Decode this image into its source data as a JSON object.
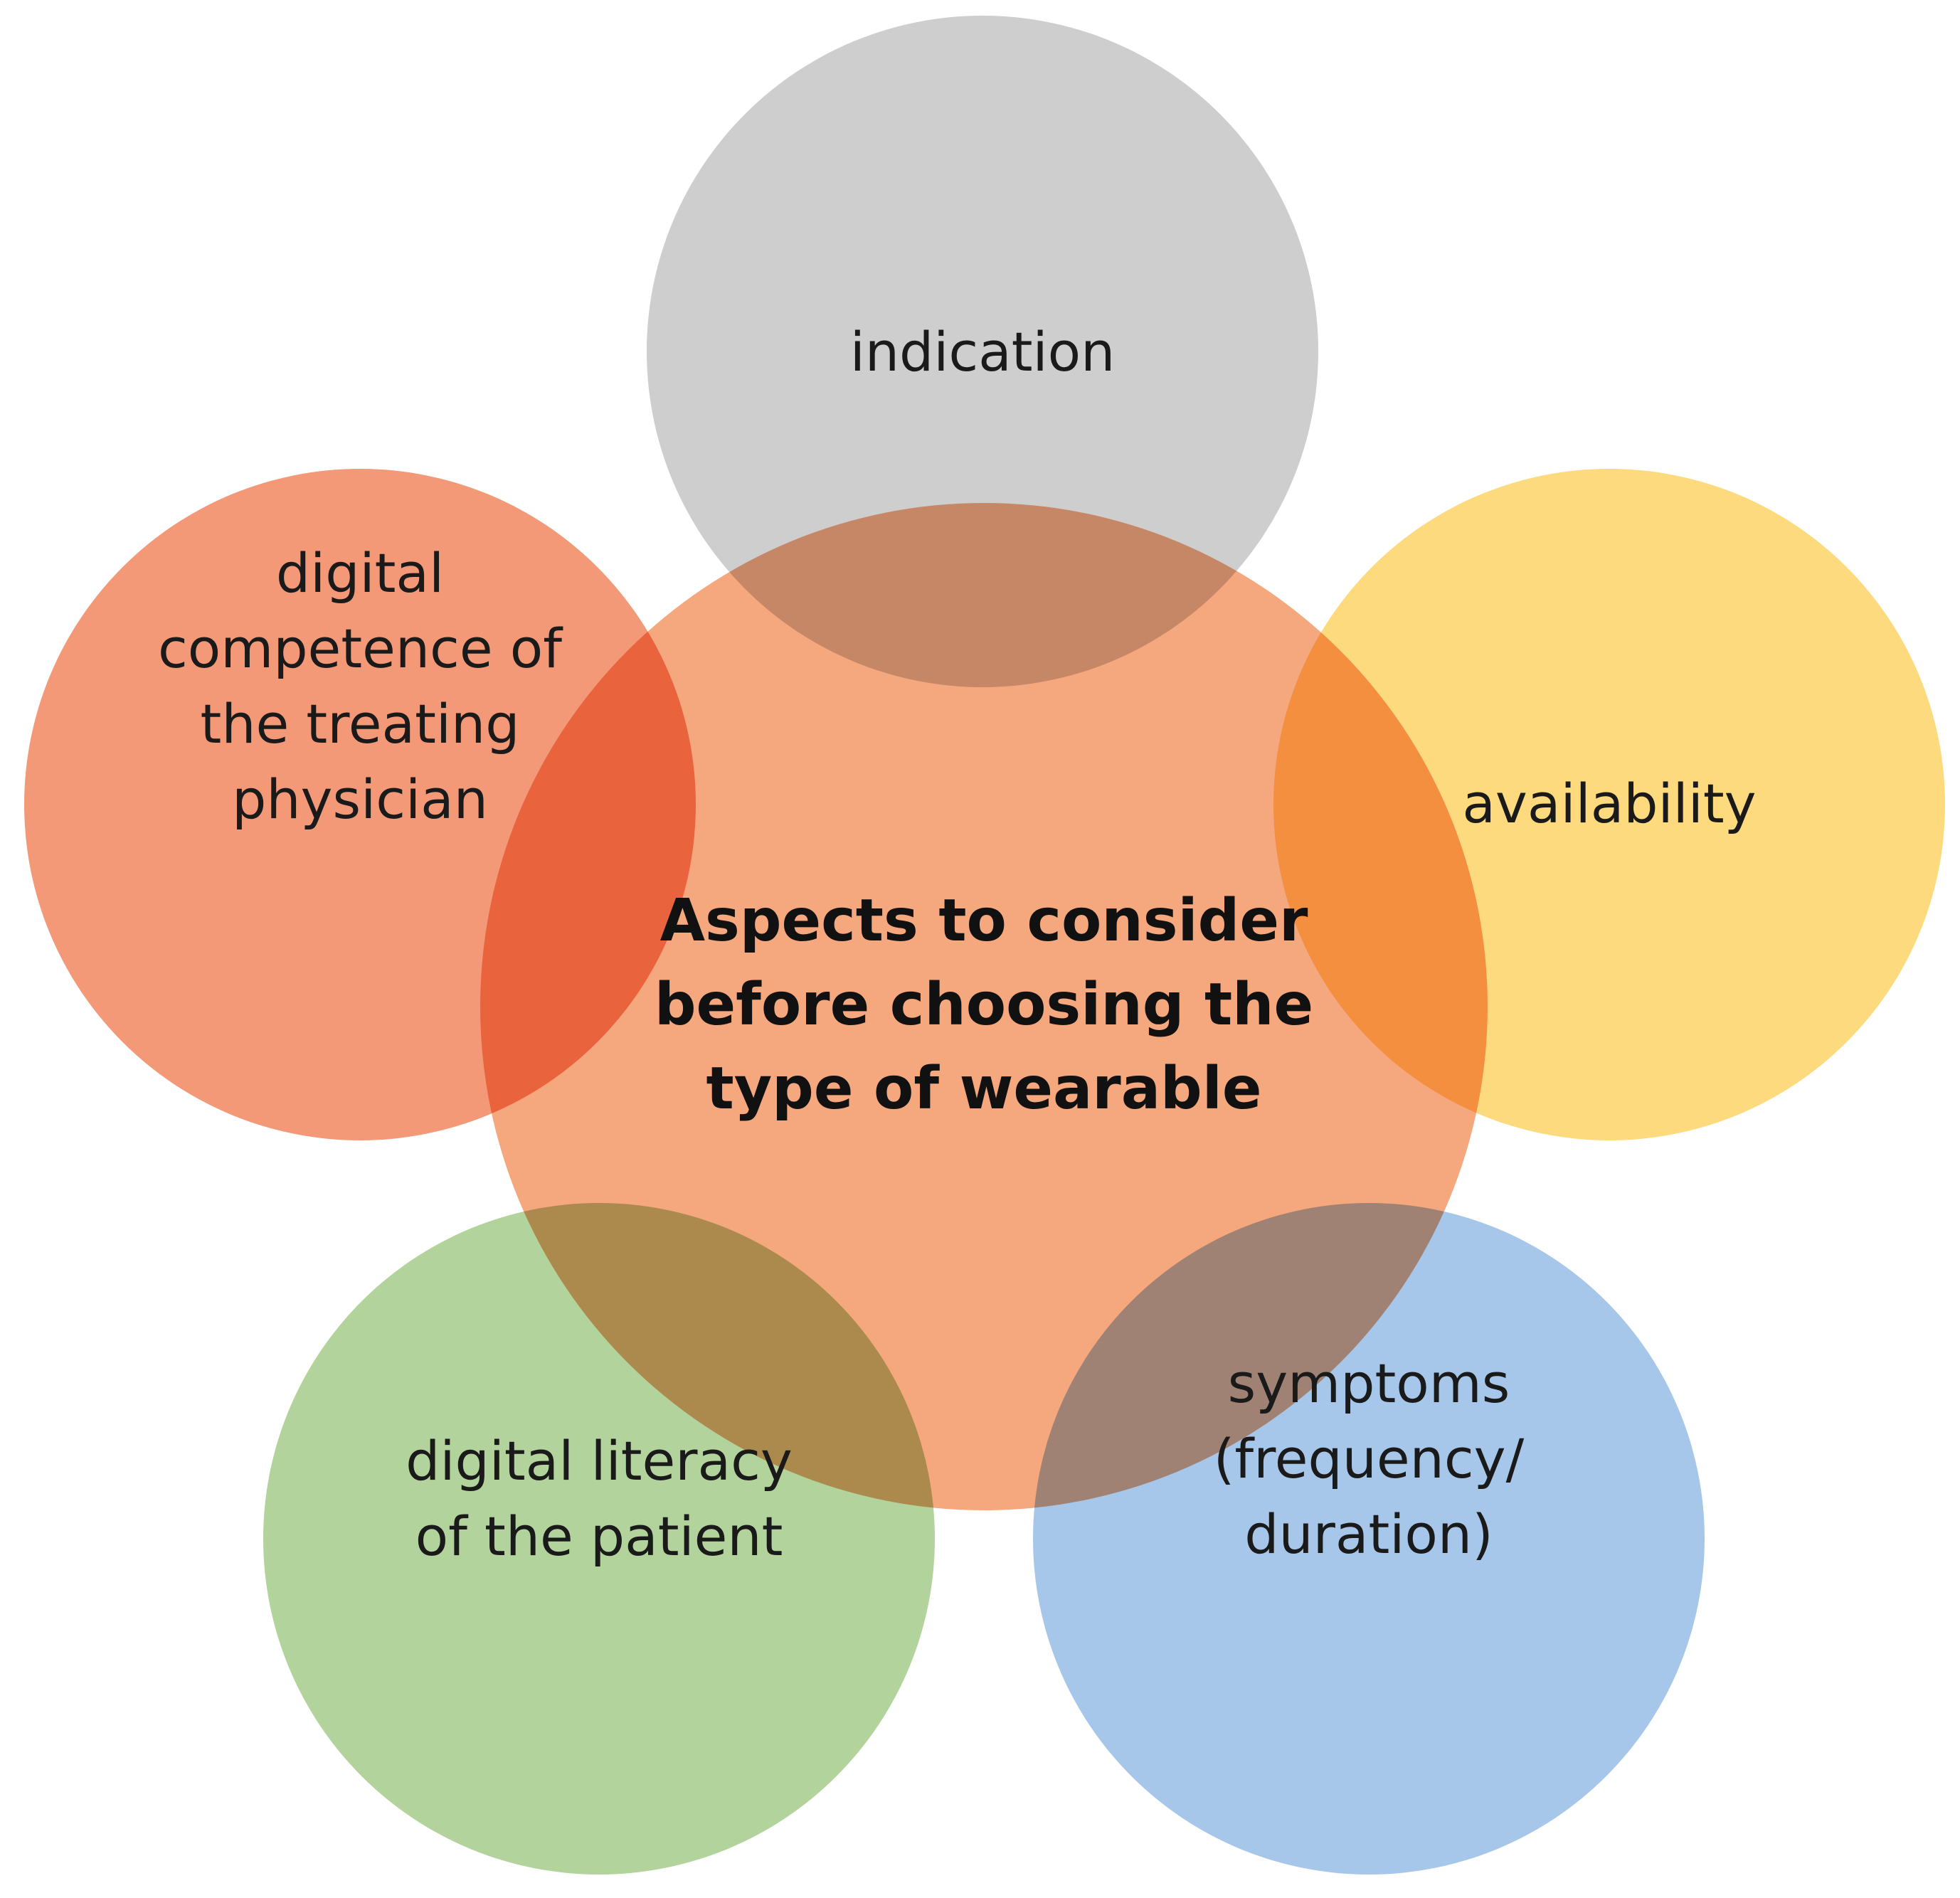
{
  "center": {
    "lines": [
      "Aspects to consider",
      "before choosing the",
      "type of wearable"
    ],
    "color": "#F5A77E"
  },
  "nodes": [
    {
      "id": "indication",
      "lines": [
        "indication"
      ],
      "color": "#CECECE"
    },
    {
      "id": "availability",
      "lines": [
        "availability"
      ],
      "color": "#FDDA7E"
    },
    {
      "id": "symptoms",
      "lines": [
        "symptoms",
        "(frequency/",
        "duration)"
      ],
      "color": "#A7C7EA"
    },
    {
      "id": "digital-literacy",
      "lines": [
        "digital literacy",
        "of the patient"
      ],
      "color": "#B3D39C"
    },
    {
      "id": "digital-competence",
      "lines": [
        "digital",
        "competence of",
        "the treating",
        "physician"
      ],
      "color": "#F39978"
    }
  ]
}
